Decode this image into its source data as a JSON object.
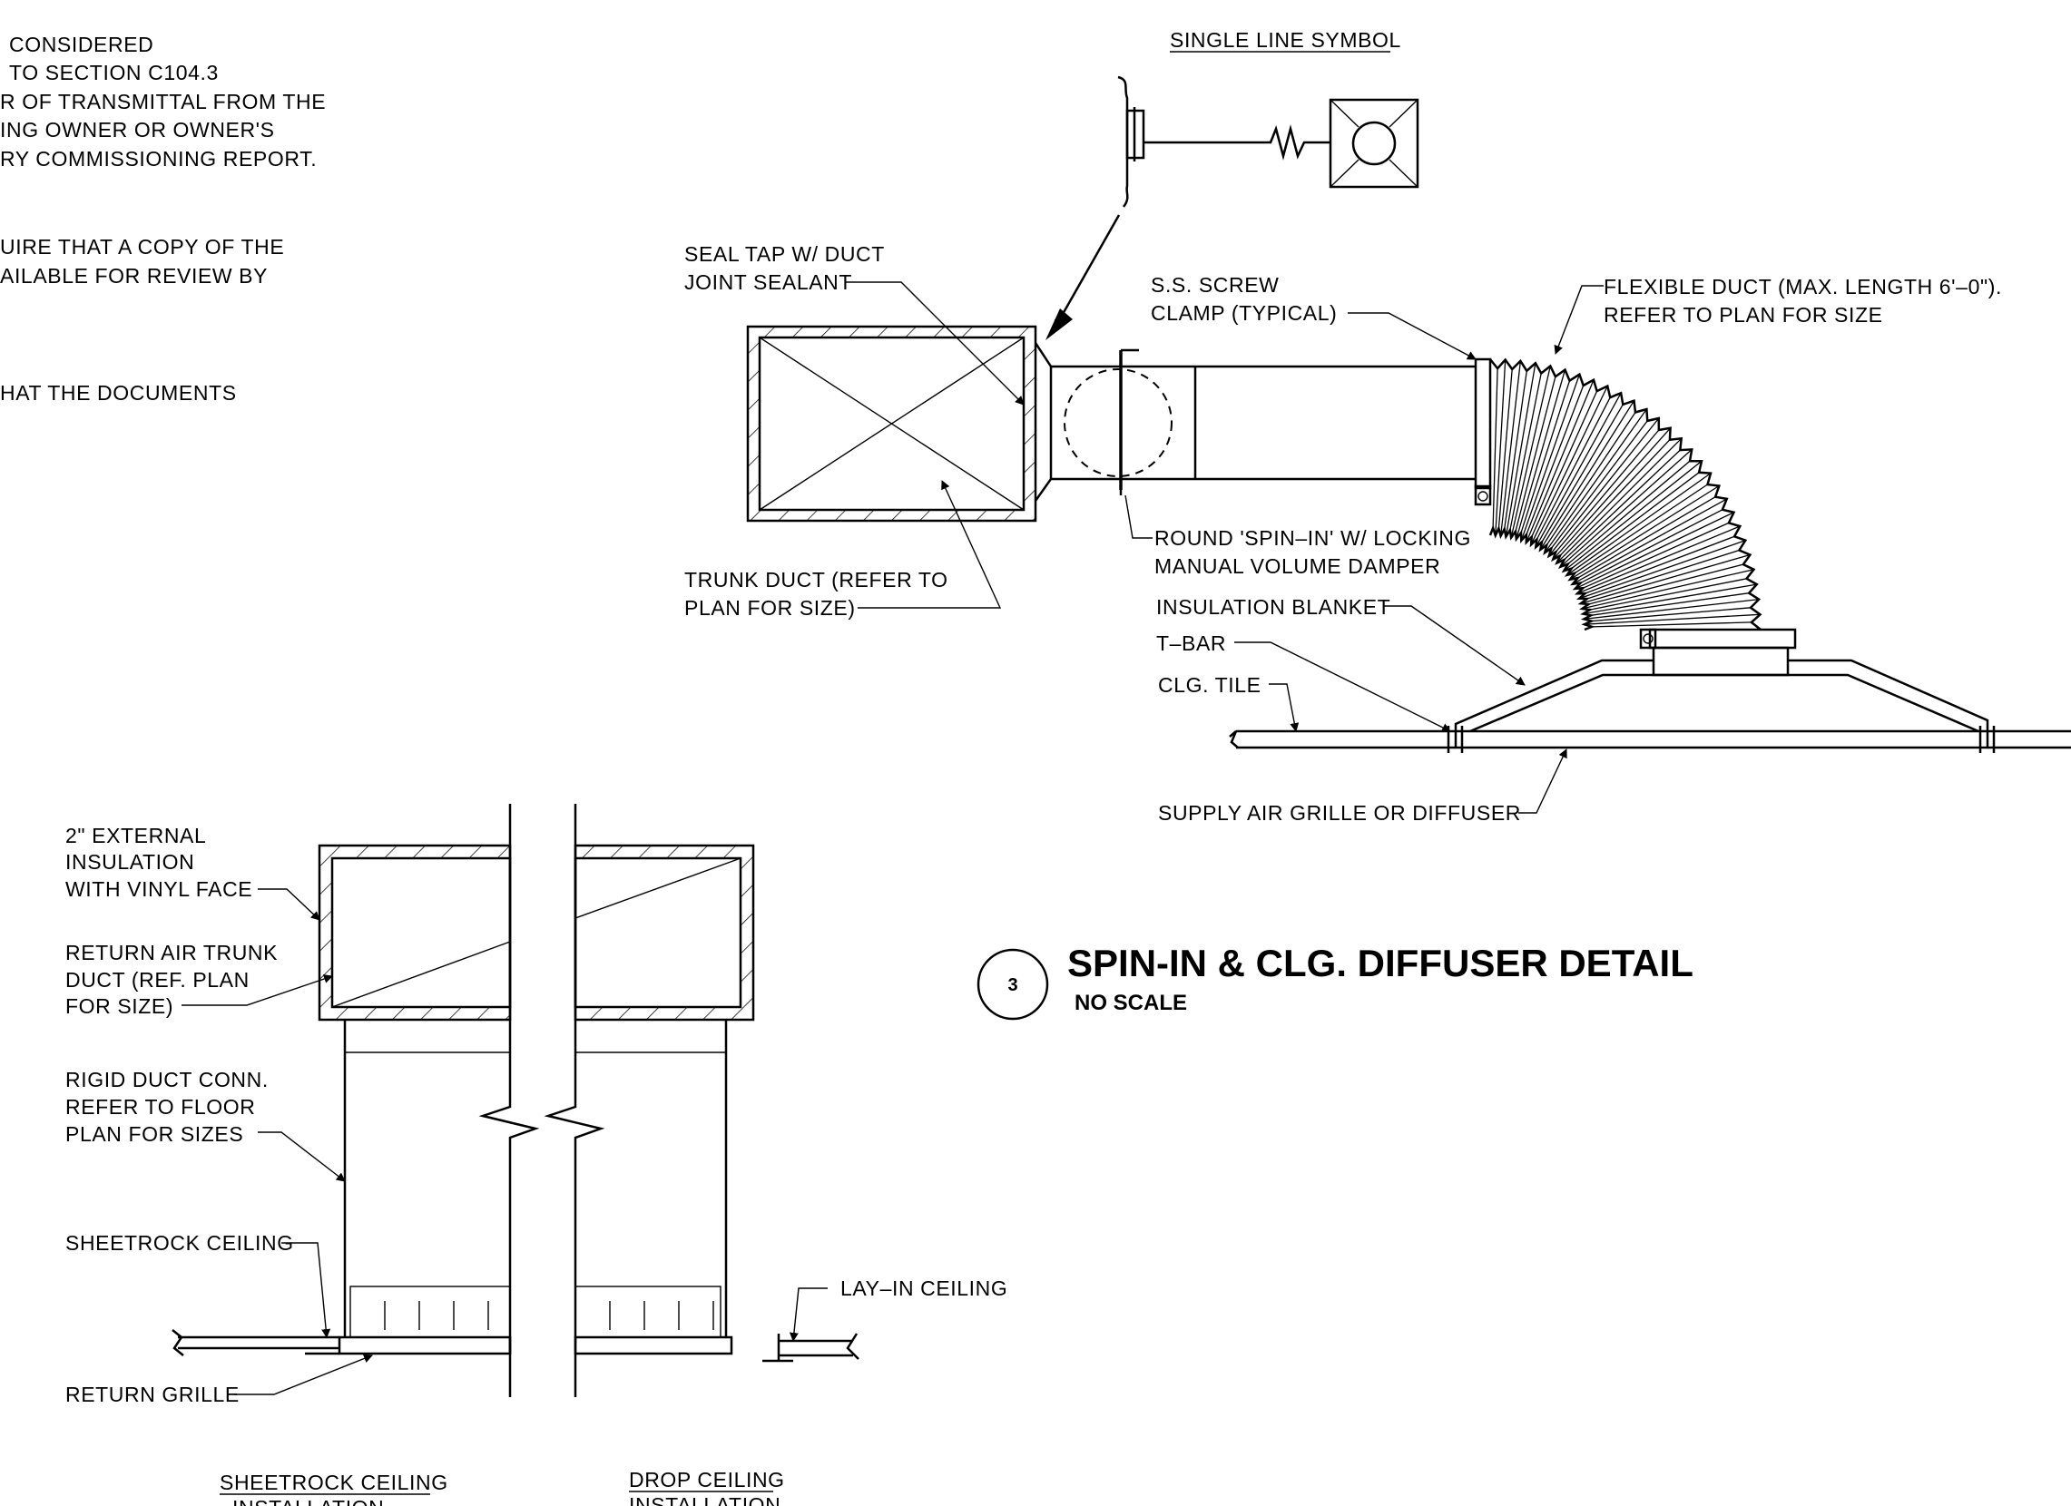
{
  "left_notes": {
    "lines": [
      "CONSIDERED",
      "TO SECTION C104.3",
      "R OF TRANSMITTAL FROM THE",
      "ING OWNER OR OWNER'S",
      "RY COMMISSIONING REPORT.",
      "UIRE THAT A COPY OF THE",
      "AILABLE FOR REVIEW BY",
      "HAT THE DOCUMENTS"
    ]
  },
  "spin_in_detail": {
    "single_line_symbol": "SINGLE LINE SYMBOL",
    "labels": {
      "seal_tap_1": "SEAL TAP W/ DUCT",
      "seal_tap_2": "JOINT SEALANT",
      "ss_screw_1": "S.S. SCREW",
      "ss_screw_2": "CLAMP (TYPICAL)",
      "flex_duct_1": "FLEXIBLE DUCT (MAX. LENGTH 6'–0\").",
      "flex_duct_2": "REFER TO PLAN FOR SIZE",
      "trunk_duct_1": "TRUNK DUCT (REFER TO",
      "trunk_duct_2": "PLAN FOR SIZE)",
      "spin_in_1": "ROUND 'SPIN–IN' W/ LOCKING",
      "spin_in_2": "MANUAL VOLUME DAMPER",
      "insulation_blanket": "INSULATION BLANKET",
      "t_bar": "T–BAR",
      "clg_tile": "CLG. TILE",
      "supply_grille": "SUPPLY AIR GRILLE OR DIFFUSER"
    },
    "callout": {
      "number": "3",
      "title": "SPIN-IN & CLG. DIFFUSER DETAIL",
      "scale": "NO SCALE"
    }
  },
  "return_detail": {
    "labels": {
      "ext_insul_1": "2\" EXTERNAL",
      "ext_insul_2": "INSULATION",
      "ext_insul_3": "WITH VINYL FACE",
      "return_trunk_1": "RETURN AIR TRUNK",
      "return_trunk_2": "DUCT (REF. PLAN",
      "return_trunk_3": "FOR SIZE)",
      "rigid_1": "RIGID DUCT CONN.",
      "rigid_2": "REFER TO FLOOR",
      "rigid_3": "PLAN FOR SIZES",
      "sheetrock_ceiling": "SHEETROCK CEILING",
      "lay_in_ceiling": "LAY–IN CEILING",
      "return_grille": "RETURN GRILLE"
    },
    "sheetrock_title_1": "SHEETROCK CEILING",
    "sheetrock_title_2": "INSTALLATION",
    "drop_title_1": "DROP CEILING",
    "drop_title_2": "INSTALLATION"
  }
}
